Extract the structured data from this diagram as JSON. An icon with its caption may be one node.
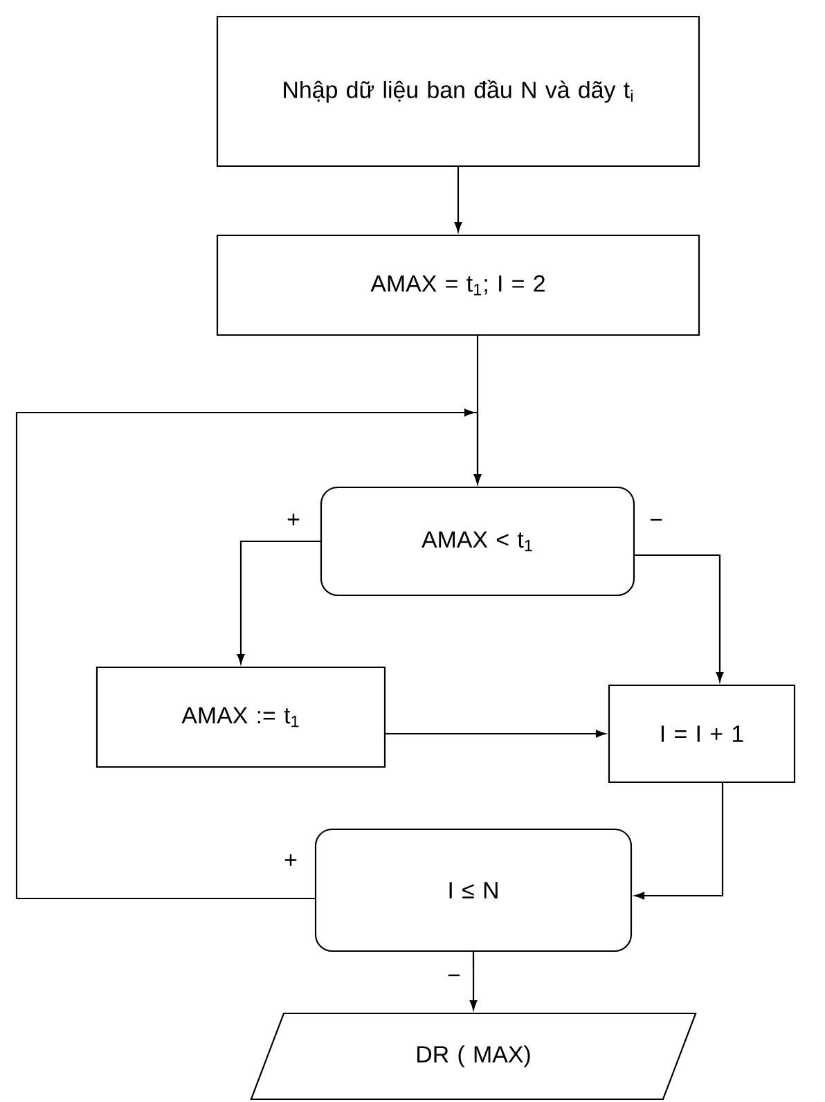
{
  "diagram": {
    "nodes": [
      {
        "text": [
          "Nhập dữ liệu ban đầu N và dãy t$_{i}$"
        ]
      },
      {
        "text": [
          "AMAX = t$_{1}$; I = 2"
        ]
      },
      {
        "text": [
          "AMAX < t$_{1}$"
        ]
      },
      {
        "text": [
          "AMAX := t$_{1}$"
        ]
      },
      {
        "text": [
          "I = I + 1"
        ]
      },
      {
        "text": [
          "I ≤ N"
        ]
      },
      {
        "text": [
          "DR ( MAX)"
        ]
      }
    ],
    "edges": [
      {
        "from": 0,
        "to": 1,
        "arrow": "to"
      },
      {
        "from": 1,
        "to": 2,
        "arrow": "to"
      },
      {
        "from": 2,
        "to": 3,
        "arrow": "to",
        "label": "+"
      },
      {
        "from": 2,
        "to": 4,
        "arrow": "to",
        "label": "−"
      },
      {
        "from": 3,
        "to": 4,
        "arrow": "to"
      },
      {
        "from": 4,
        "to": 5,
        "arrow": "to"
      },
      {
        "from": 5,
        "to": 2,
        "arrow": "to",
        "label": "+"
      },
      {
        "from": 5,
        "to": 6,
        "arrow": "to",
        "label": "−"
      }
    ]
  }
}
